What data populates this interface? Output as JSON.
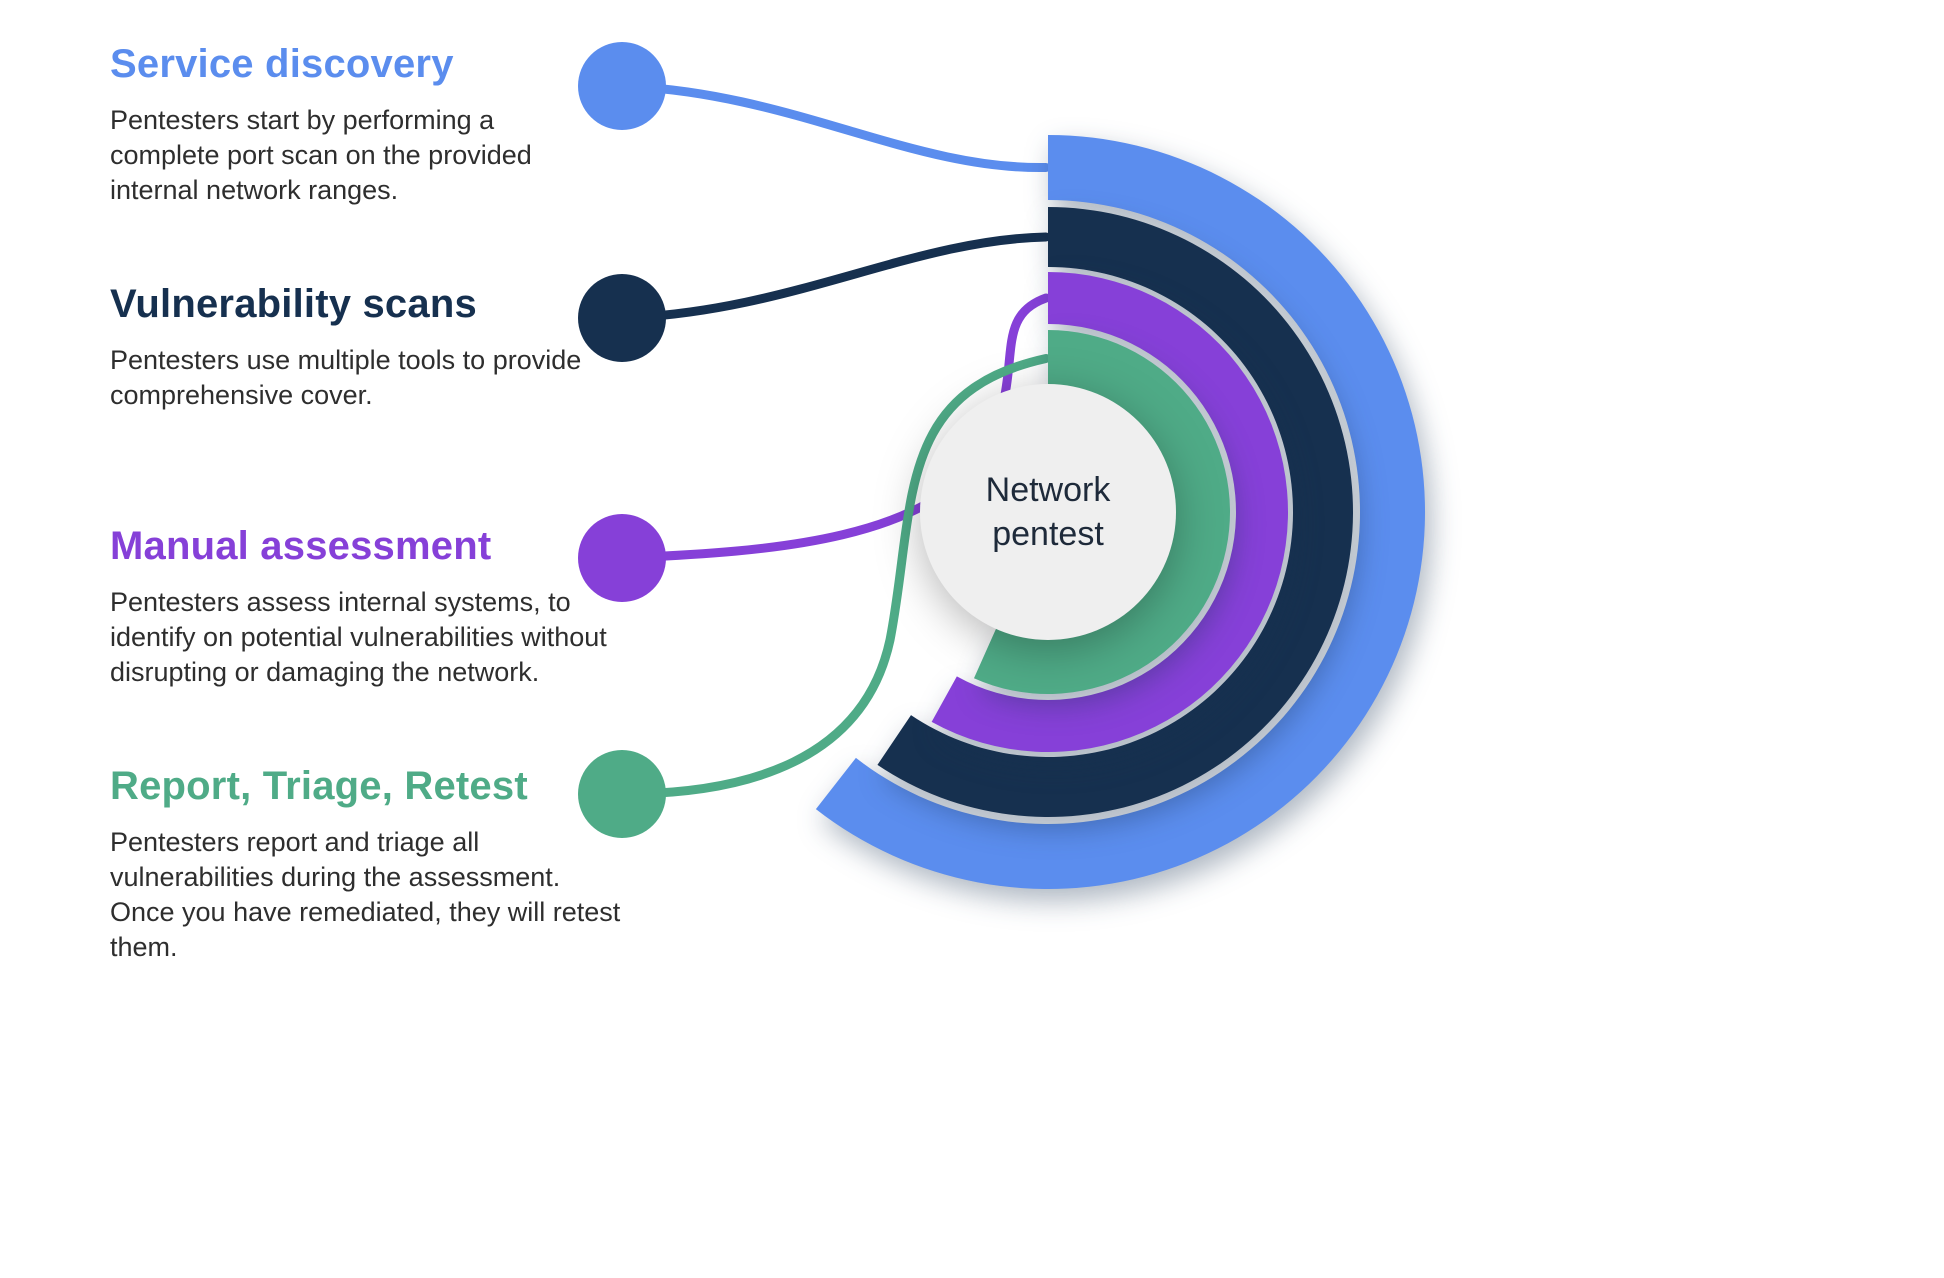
{
  "stages": [
    {
      "id": "service-discovery",
      "title": "Service discovery",
      "description": "Pentesters start by performing a complete port scan on the provided internal network ranges.",
      "color": "#5b8dee",
      "sweep_deg": 218
    },
    {
      "id": "vulnerability-scans",
      "title": "Vulnerability scans",
      "description": "Pentesters use multiple tools to provide comprehensive cover.",
      "color": "#16304f",
      "sweep_deg": 214
    },
    {
      "id": "manual-assessment",
      "title": "Manual assessment",
      "description": "Pentesters assess internal systems, to identify on potential vulnerabilities without disrupting or damaging the network.",
      "color": "#8640d8",
      "sweep_deg": 209
    },
    {
      "id": "report-triage-retest",
      "title": "Report, Triage, Retest",
      "description": "Pentesters report and triage all vulnerabilities during the assessment. Once you have remediated, they will retest them.",
      "color": "#4fab87",
      "sweep_deg": 204
    }
  ],
  "diagram": {
    "center_label": "Network pentest"
  },
  "palette": {
    "background": "#ffffff",
    "body_text": "#2e2e2e",
    "center_fill": "#efefef",
    "center_text": "#1e2a3a"
  }
}
